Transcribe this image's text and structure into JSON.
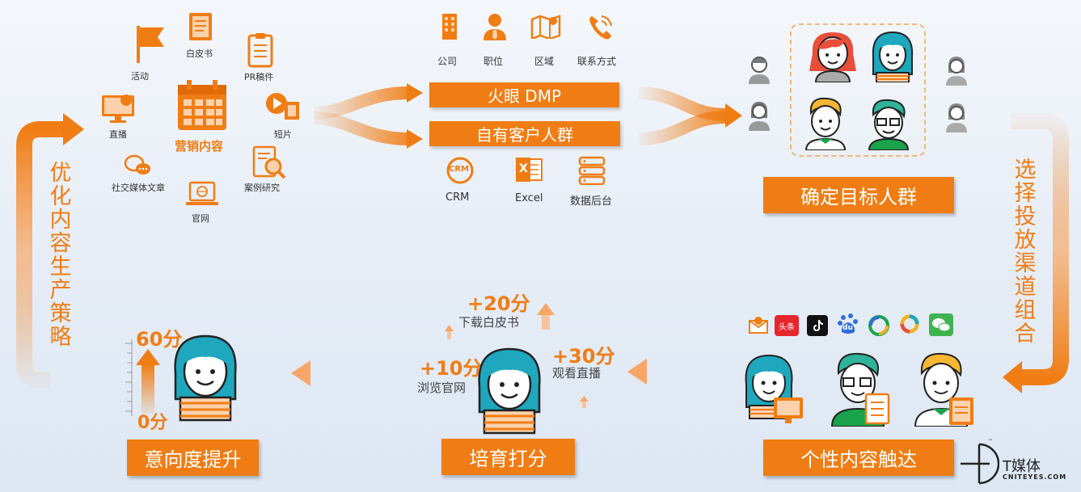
{
  "content_sources": {
    "center": "营销内容",
    "items": [
      "白皮书",
      "活动",
      "PR稿件",
      "直播",
      "短片",
      "社交媒体文章",
      "案例研究",
      "官网"
    ]
  },
  "dmp": {
    "top_labels": [
      "公司",
      "职位",
      "区域",
      "联系方式"
    ],
    "bar1": "火眼 DMP",
    "bar2": "自有客户人群",
    "bottom_labels": [
      "CRM",
      "Excel",
      "数据后台"
    ],
    "crm_icon_text": "CRM",
    "excel_icon_text": "X"
  },
  "target": {
    "title": "确定目标人群"
  },
  "left_vertical": "优化内容生产策略",
  "right_vertical": "选择投放渠道组合",
  "reach": {
    "title": "个性内容触达",
    "channels": [
      {
        "name": "email-icon",
        "color": "#f07d14"
      },
      {
        "name": "toutiao-icon",
        "color": "#e5262c",
        "text": "头条"
      },
      {
        "name": "tiktok-icon",
        "color": "#111111"
      },
      {
        "name": "baidu-icon",
        "color": "#2e6fd8",
        "text": "du"
      },
      {
        "name": "tencent-news-icon",
        "color": "#1aa34a"
      },
      {
        "name": "ring-icon",
        "color": "#f2b320"
      },
      {
        "name": "wechat-icon",
        "color": "#3fb34f"
      }
    ]
  },
  "nurture": {
    "title": "培育打分",
    "s1": {
      "score": "+20分",
      "label": "下载白皮书"
    },
    "s2": {
      "score": "+10分",
      "label": "浏览官网"
    },
    "s3": {
      "score": "+30分",
      "label": "观看直播"
    }
  },
  "intent": {
    "title": "意向度提升",
    "top": "60分",
    "bottom": "0分"
  },
  "logo": {
    "name": "T媒体",
    "sub": "CNITEYES.COM",
    "tm": "™"
  },
  "colors": {
    "accent": "#f07d14",
    "teal": "#1ea7bd",
    "dark": "#222222"
  }
}
